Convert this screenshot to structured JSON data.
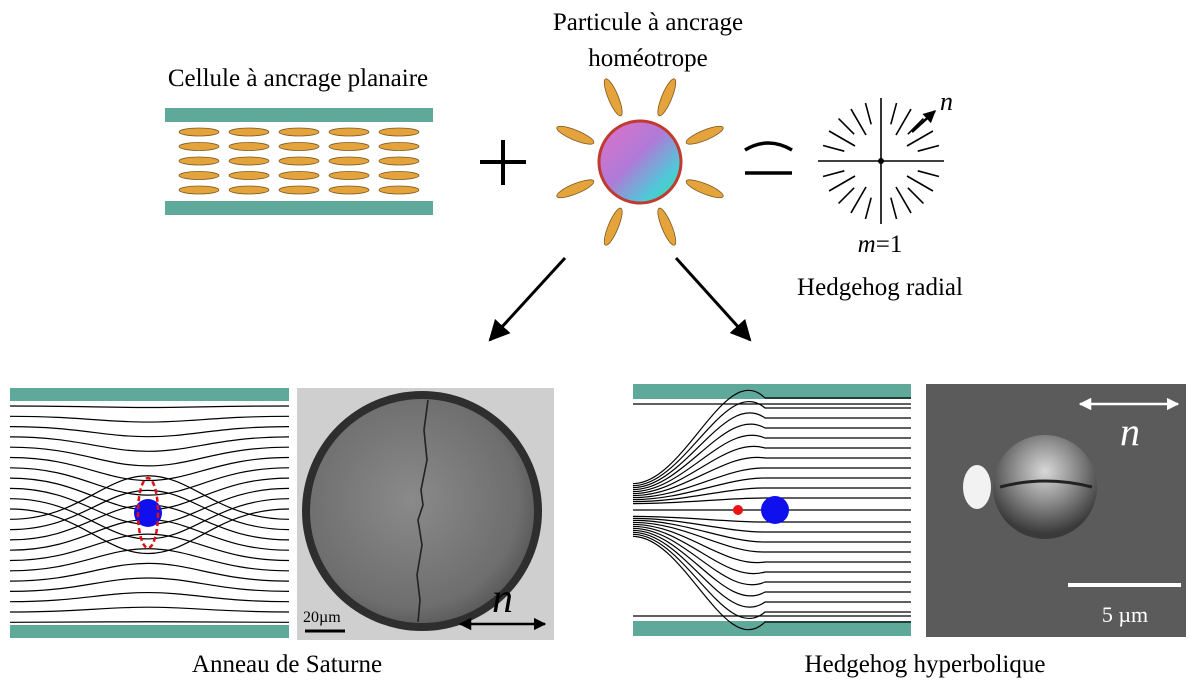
{
  "labels": {
    "cell": "Cellule à ancrage planaire",
    "particle_line1": "Particule à ancrage",
    "particle_line2": "homéotrope",
    "plus": "+",
    "equiv": "≃",
    "director": "n",
    "hedgehog_m_var": "m",
    "hedgehog_m_val": "=1",
    "hedgehog_radial": "Hedgehog radial",
    "saturn": "Anneau de Saturne",
    "hyperbolic": "Hedgehog hyperbolique",
    "scale_saturn": "20µm",
    "scale_hyper": "5 µm"
  },
  "colors": {
    "plate": "#5fa99a",
    "molecule": "#e5a33c",
    "defect_colloid": "#1010ee",
    "defect_point": "#ee1111",
    "saturn_ring": "#dd1111"
  },
  "icons": {
    "plus": "plus-sign",
    "equiv": "approximately-equal-sign",
    "arrow_left": "down-left-arrow",
    "arrow_right": "down-right-arrow"
  }
}
